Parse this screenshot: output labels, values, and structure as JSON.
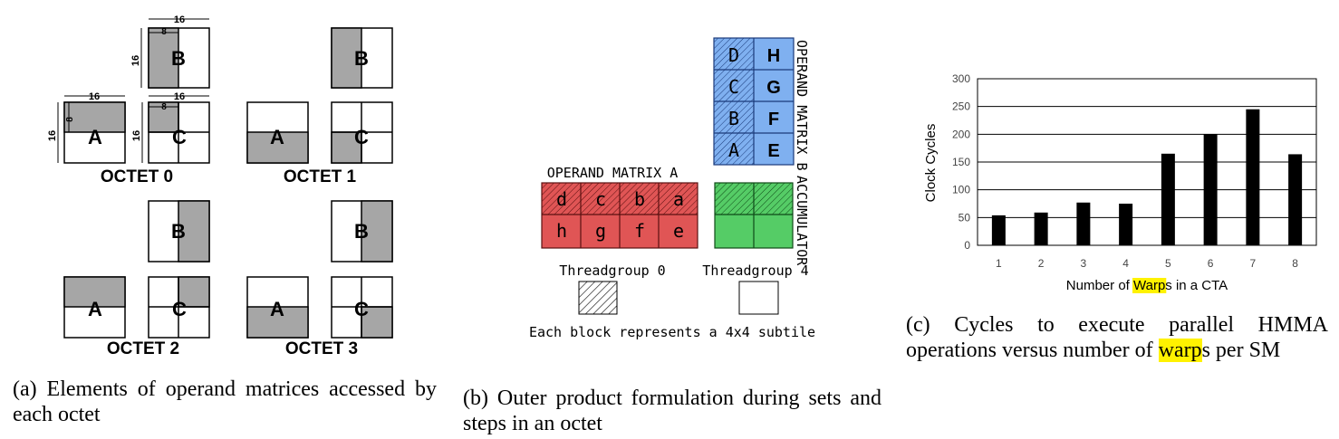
{
  "panel_a": {
    "octets": [
      {
        "label": "OCTET 0",
        "dim16": "16",
        "dim8": "8"
      },
      {
        "label": "OCTET 1"
      },
      {
        "label": "OCTET 2"
      },
      {
        "label": "OCTET 3"
      }
    ],
    "letters": {
      "a": "A",
      "b": "B",
      "c": "C"
    },
    "caption": "(a) Elements of operand matrices accessed by each octet"
  },
  "panel_b": {
    "operand_a_title": "OPERAND MATRIX A",
    "operand_b_title": "OPERAND MATRIX B",
    "accumulator_title": "ACCUMULATOR",
    "matrix_a_row1": [
      "d",
      "c",
      "b",
      "a"
    ],
    "matrix_a_row2": [
      "h",
      "g",
      "f",
      "e"
    ],
    "matrix_b_col1": [
      "D",
      "C",
      "B",
      "A"
    ],
    "matrix_b_col2": [
      "H",
      "G",
      "F",
      "E"
    ],
    "threadgroup_left": "Threadgroup 0",
    "threadgroup_right": "Threadgroup 4",
    "legend_note": "Each block represents a 4x4 subtile",
    "colors": {
      "red": "#e05555",
      "blue": "#7fb0f0",
      "green": "#55cc66"
    },
    "caption": "(b) Outer product formulation during sets and steps in an octet"
  },
  "panel_c": {
    "caption_pre": "(c) Cycles to execute parallel HMMA operations versus number of ",
    "caption_hl": "warp",
    "caption_post": "s per SM",
    "x_label_pre": "Number of ",
    "x_label_hl": "Warp",
    "x_label_post": "s in a CTA"
  },
  "chart_data": {
    "type": "bar",
    "categories": [
      "1",
      "2",
      "3",
      "4",
      "5",
      "6",
      "7",
      "8"
    ],
    "values": [
      54,
      59,
      77,
      75,
      165,
      200,
      245,
      164
    ],
    "xlabel": "Number of Warps in a CTA",
    "ylabel": "Clock Cycles",
    "ylim": [
      0,
      300
    ],
    "yticks": [
      "0",
      "50",
      "100",
      "150",
      "200",
      "250",
      "300"
    ],
    "grid": true,
    "bar_color": "#000000"
  }
}
